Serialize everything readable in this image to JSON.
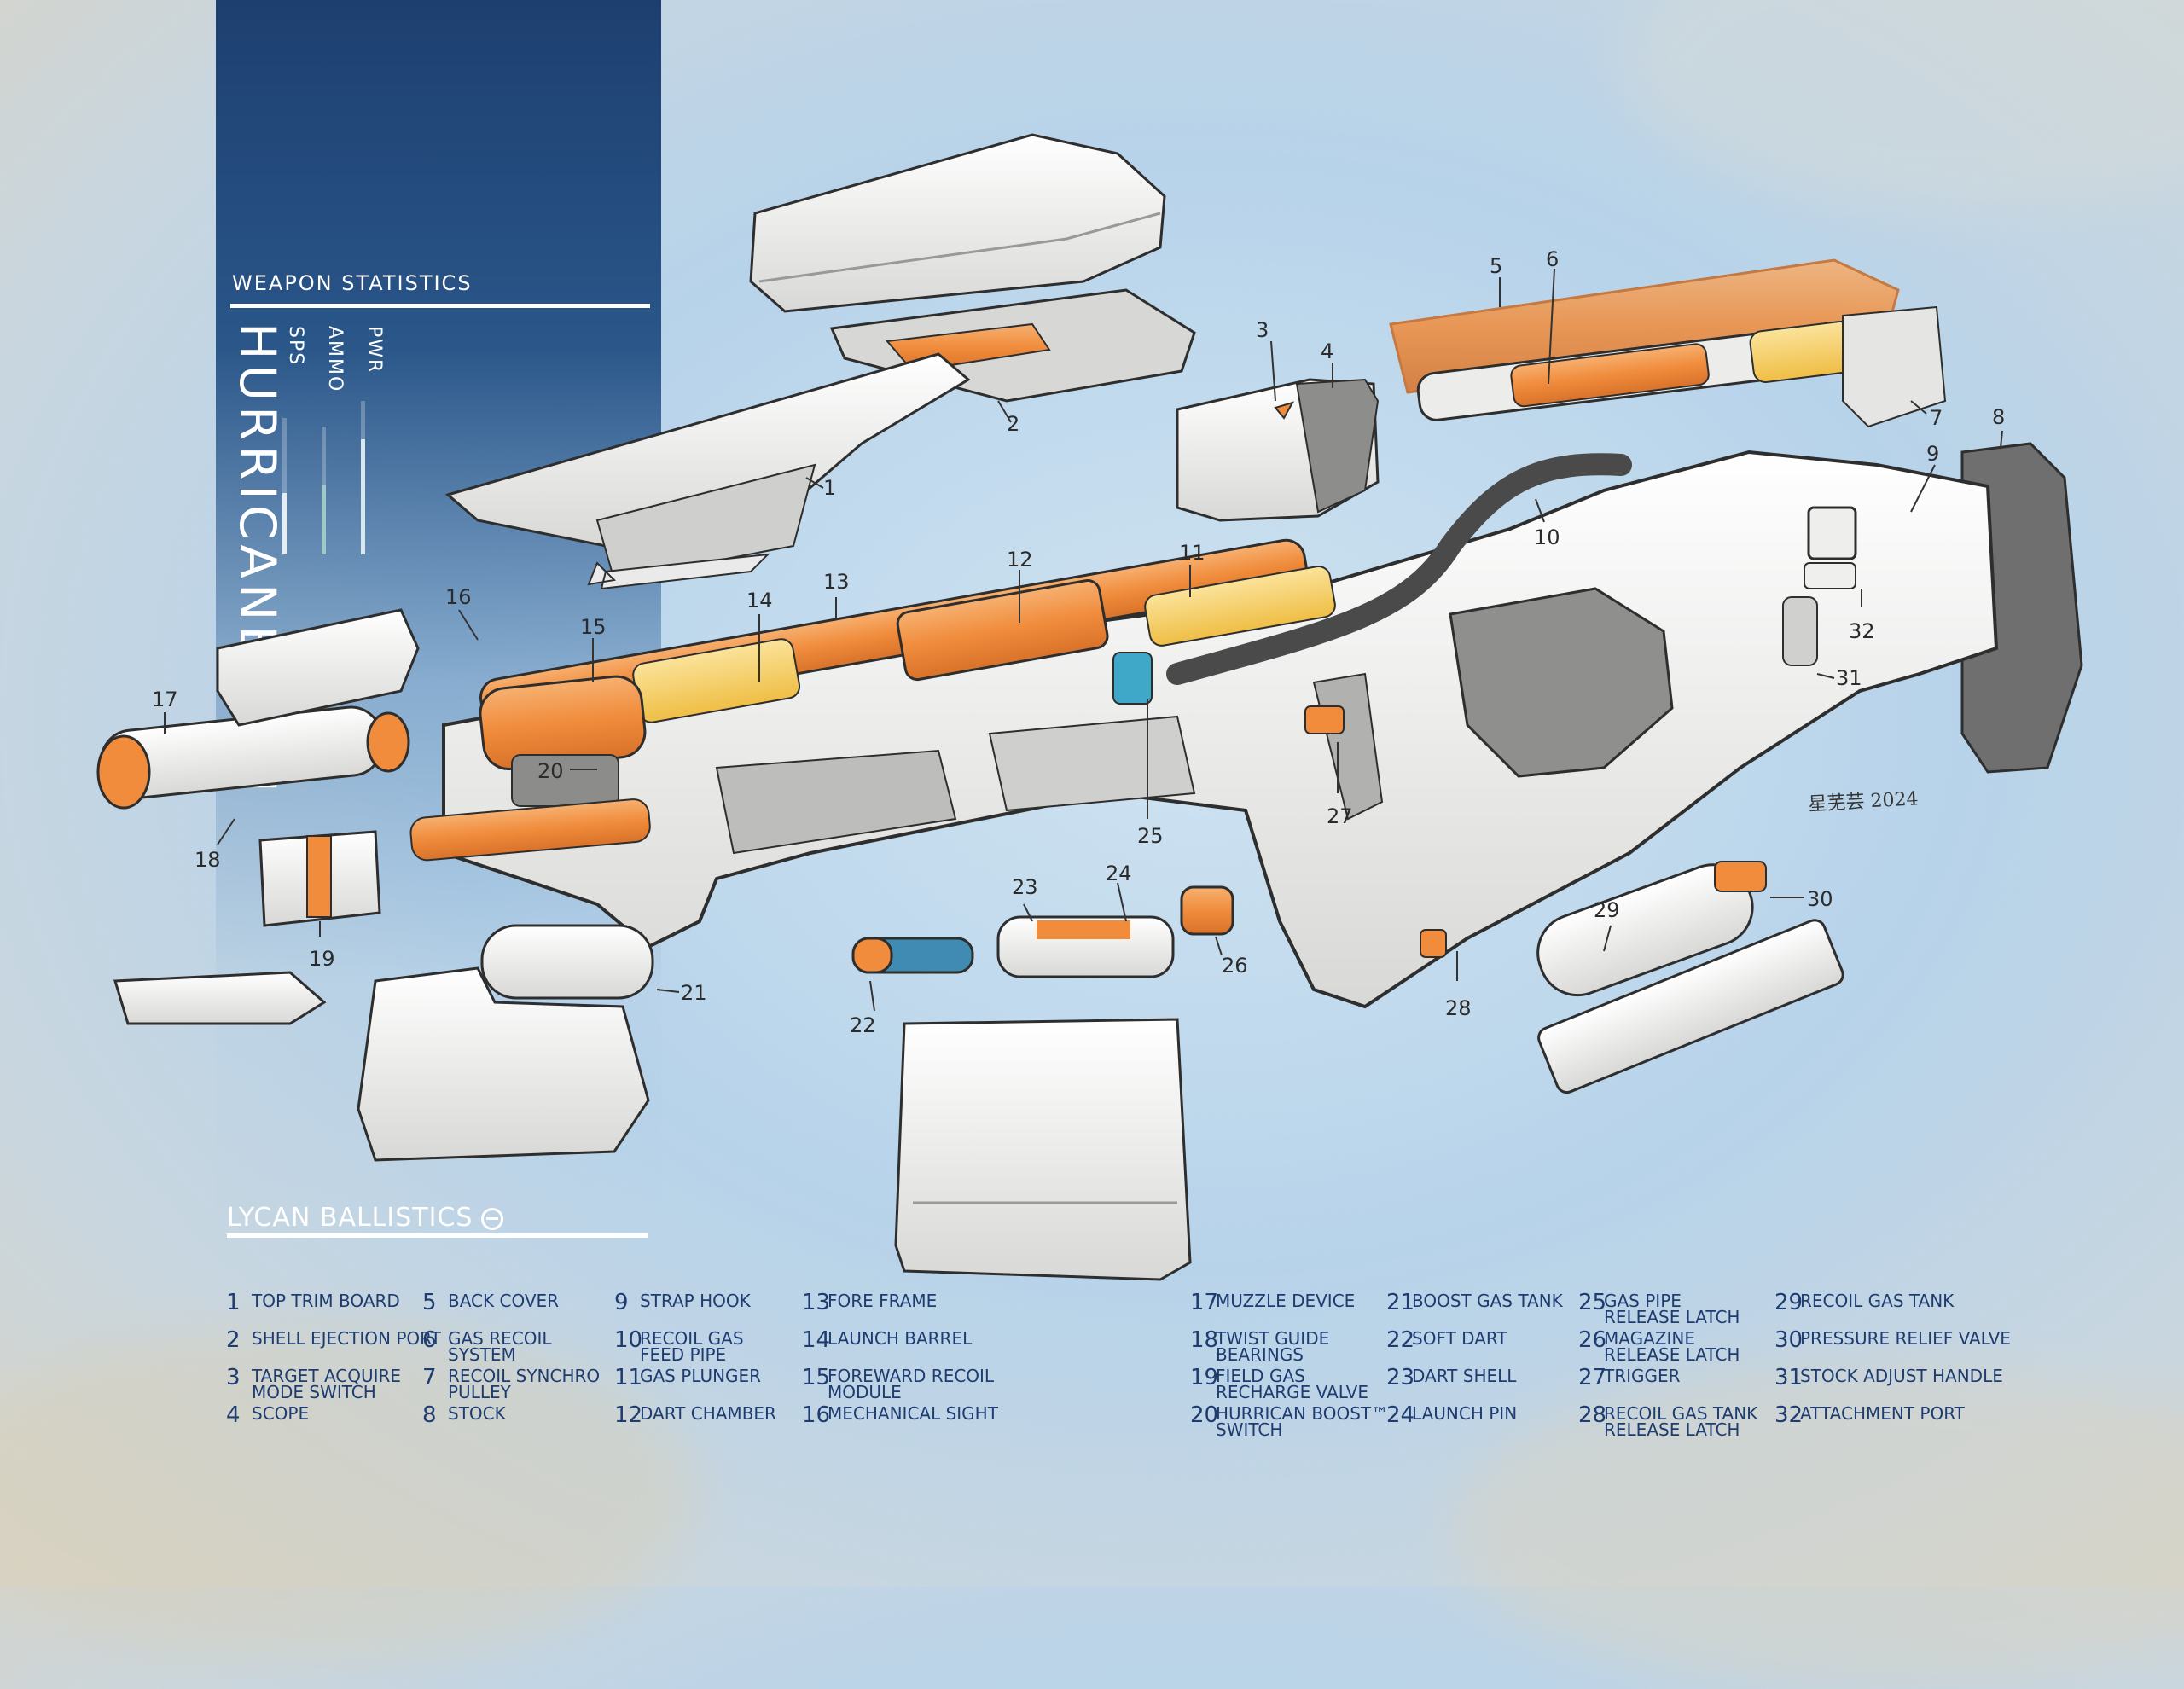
{
  "stats": {
    "header": "WEAPON STATISTICS",
    "weapon_name": "HURRICANE LAU",
    "metrics": [
      {
        "label": "PWR",
        "level": 0.75
      },
      {
        "label": "AMMO",
        "level": 0.55
      },
      {
        "label": "SPS",
        "level": 0.45
      }
    ]
  },
  "brand": {
    "name": "LYCAN BALLISTICS"
  },
  "signature": "星芜芸 2024",
  "callouts": [
    "1",
    "2",
    "3",
    "4",
    "5",
    "6",
    "7",
    "8",
    "9",
    "10",
    "11",
    "12",
    "13",
    "14",
    "15",
    "16",
    "17",
    "18",
    "19",
    "20",
    "21",
    "22",
    "23",
    "24",
    "25",
    "26",
    "27",
    "28",
    "29",
    "30",
    "31",
    "32"
  ],
  "legend": [
    [
      {
        "num": "1",
        "text": "Top Trim Board"
      },
      {
        "num": "2",
        "text": "Shell Ejection Port"
      },
      {
        "num": "3",
        "text": "Target Acquire\nMode Switch"
      },
      {
        "num": "4",
        "text": "Scope"
      }
    ],
    [
      {
        "num": "5",
        "text": "Back Cover"
      },
      {
        "num": "6",
        "text": "Gas Recoil\nSystem"
      },
      {
        "num": "7",
        "text": "Recoil Synchro\nPulley"
      },
      {
        "num": "8",
        "text": "Stock"
      }
    ],
    [
      {
        "num": "9",
        "text": "Strap Hook"
      },
      {
        "num": "10",
        "text": "Recoil Gas\nFeed Pipe"
      },
      {
        "num": "11",
        "text": "Gas Plunger"
      },
      {
        "num": "12",
        "text": "Dart Chamber"
      }
    ],
    [
      {
        "num": "13",
        "text": "Fore Frame"
      },
      {
        "num": "14",
        "text": "Launch Barrel"
      },
      {
        "num": "15",
        "text": "Foreward Recoil\nModule"
      },
      {
        "num": "16",
        "text": "Mechanical Sight"
      }
    ],
    [
      {
        "num": "17",
        "text": "Muzzle Device"
      },
      {
        "num": "18",
        "text": "Twist Guide\nBearings"
      },
      {
        "num": "19",
        "text": "Field Gas\nRecharge Valve"
      },
      {
        "num": "20",
        "text": "Hurrican Boost™\nSwitch"
      }
    ],
    [
      {
        "num": "21",
        "text": "Boost Gas Tank"
      },
      {
        "num": "22",
        "text": "Soft Dart"
      },
      {
        "num": "23",
        "text": "Dart Shell"
      },
      {
        "num": "24",
        "text": "Launch Pin"
      }
    ],
    [
      {
        "num": "25",
        "text": "Gas Pipe\nRelease Latch"
      },
      {
        "num": "26",
        "text": "Magazine\nRelease Latch"
      },
      {
        "num": "27",
        "text": "Trigger"
      },
      {
        "num": "28",
        "text": "Recoil Gas Tank\nRelease Latch"
      }
    ],
    [
      {
        "num": "29",
        "text": "Recoil Gas Tank"
      },
      {
        "num": "30",
        "text": "Pressure Relief Valve"
      },
      {
        "num": "31",
        "text": "Stock Adjust Handle"
      },
      {
        "num": "32",
        "text": "Attachment Port"
      }
    ]
  ],
  "colors": {
    "orange": "#f08c3c",
    "yellow": "#f3c44f",
    "body": "#f1f1ef",
    "shadow": "#b9b9b9",
    "ink": "#2e2e2e",
    "banner": "#1d3f70",
    "legend_text": "#1e3c70"
  }
}
